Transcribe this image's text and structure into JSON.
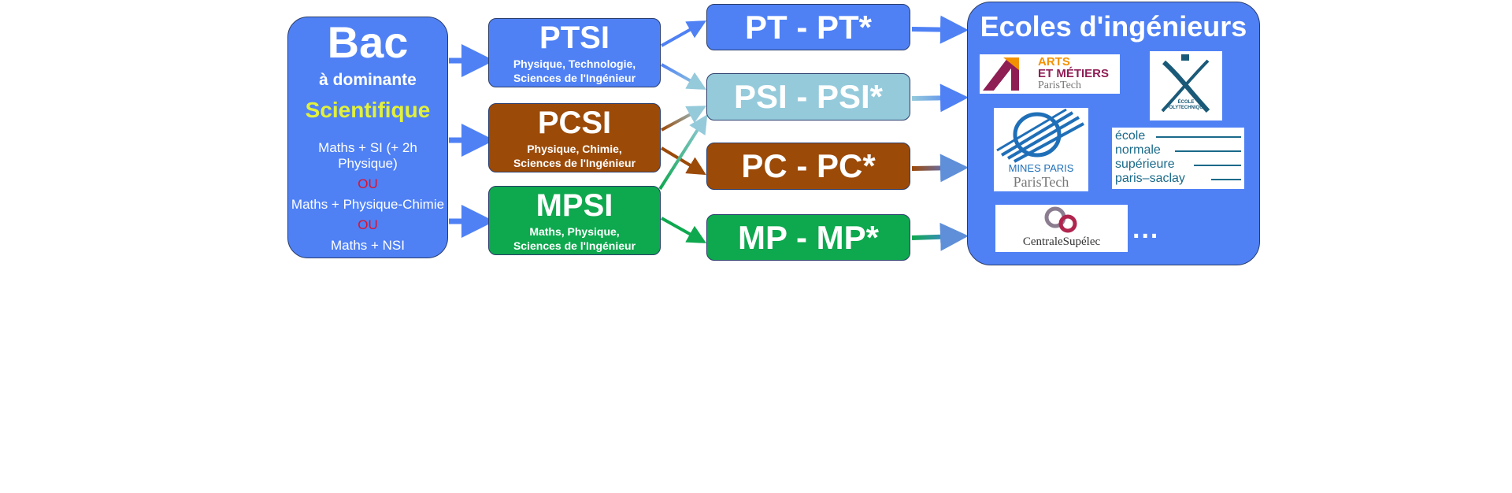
{
  "bac": {
    "title": "Bac",
    "subtitle": "à dominante",
    "highlight": "Scientifique",
    "option1": "Maths + SI (+ 2h Physique)",
    "or1": "OU",
    "option2": "Maths + Physique-Chimie",
    "or2": "OU",
    "option3": "Maths + NSI"
  },
  "prepa": {
    "ptsi": {
      "name": "PTSI",
      "line1": "Physique, Technologie,",
      "line2": "Sciences de l'Ingénieur"
    },
    "pcsi": {
      "name": "PCSI",
      "line1": "Physique, Chimie,",
      "line2": "Sciences de l'Ingénieur"
    },
    "mpsi": {
      "name": "MPSI",
      "line1": "Maths, Physique,",
      "line2": "Sciences de l'Ingénieur"
    }
  },
  "second_year": {
    "pt": "PT - PT*",
    "psi": "PSI - PSI*",
    "pc": "PC - PC*",
    "mp": "MP - MP*"
  },
  "ecoles": {
    "title": "Ecoles d'ingénieurs",
    "logos": {
      "am_line1": "ARTS",
      "am_line2": "ET MÉTIERS",
      "am_line3": "ParisTech",
      "x_small1": "ÉCOLE",
      "x_small2": "POLYTECHNIQUE",
      "mines_line1": "MINES PARIS",
      "mines_line2": "ParisTech",
      "ens_line1": "école",
      "ens_line2": "normale",
      "ens_line3": "supérieure",
      "ens_line4": "paris–saclay",
      "centrale": "CentraleSupélec"
    },
    "more": "..."
  },
  "colors": {
    "blue": "#4f81f5",
    "brown": "#9c4a08",
    "green": "#0ea84e",
    "light_blue": "#95cadb",
    "yellow": "#e2f13a",
    "red": "#e0102b"
  }
}
